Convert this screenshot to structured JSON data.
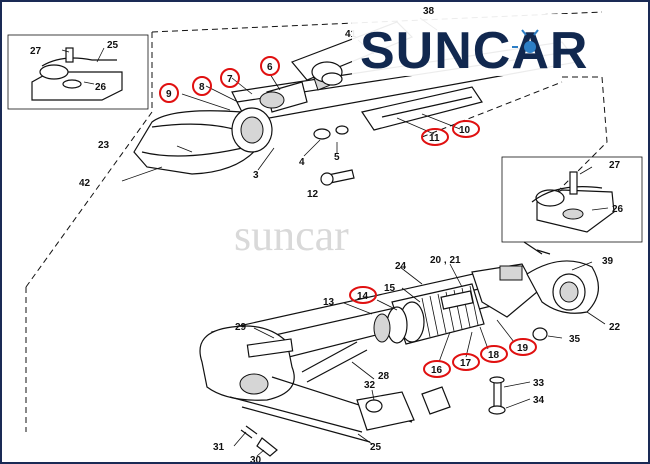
{
  "brand": {
    "logo_text": "SUNCAR",
    "watermark_text": "suncar",
    "logo_color": "#11284f",
    "accent_ring_color": "#e01010"
  },
  "callouts": {
    "n38": "38",
    "n41": "41",
    "n27a": "27",
    "n25a": "25",
    "n26a": "26",
    "n6": "6",
    "n7": "7",
    "n8": "8",
    "n9": "9",
    "n10": "10",
    "n11": "11",
    "n23": "23",
    "n42": "42",
    "n3": "3",
    "n4": "4",
    "n5": "5",
    "n12": "12",
    "n27b": "27",
    "n26b": "26",
    "n20_21": "20 , 21",
    "n24": "24",
    "n39": "39",
    "n14": "14",
    "n15": "15",
    "n13": "13",
    "n22": "22",
    "n29": "29",
    "n35": "35",
    "n16": "16",
    "n17": "17",
    "n18": "18",
    "n19": "19",
    "n28": "28",
    "n32": "32",
    "n33": "33",
    "n34": "34",
    "n31": "31",
    "n30": "30",
    "n25b": "25"
  },
  "highlighted_callouts": [
    "6",
    "7",
    "8",
    "9",
    "10",
    "11",
    "14",
    "16",
    "17",
    "18",
    "19"
  ]
}
